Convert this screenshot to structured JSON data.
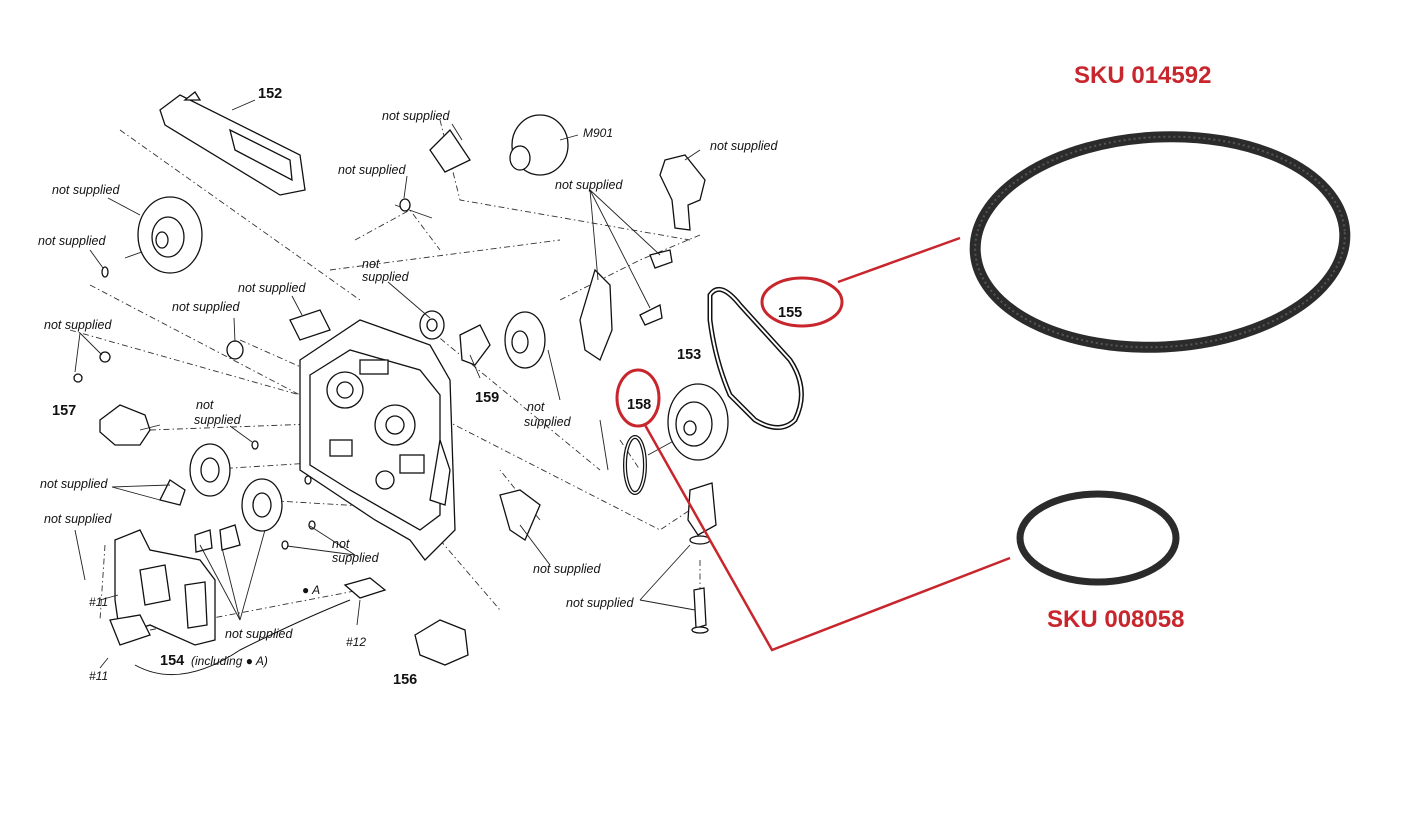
{
  "colors": {
    "accent": "#c8262d",
    "line": "#111111",
    "belt": "#2b2b2b"
  },
  "parts": {
    "p152": "152",
    "p153": "153",
    "p154": "154",
    "p154_note": "(including ● A)",
    "p155": "155",
    "p156": "156",
    "p157": "157",
    "p158": "158",
    "p159": "159",
    "m901": "M901",
    "screw11a": "#11",
    "screw11b": "#11",
    "screw12": "#12",
    "ref_a": "● A"
  },
  "labels": {
    "not_supplied": "not supplied",
    "not": "not",
    "supplied": "supplied"
  },
  "callouts": {
    "sku_large": "SKU 014592",
    "sku_small": "SKU 008058"
  }
}
